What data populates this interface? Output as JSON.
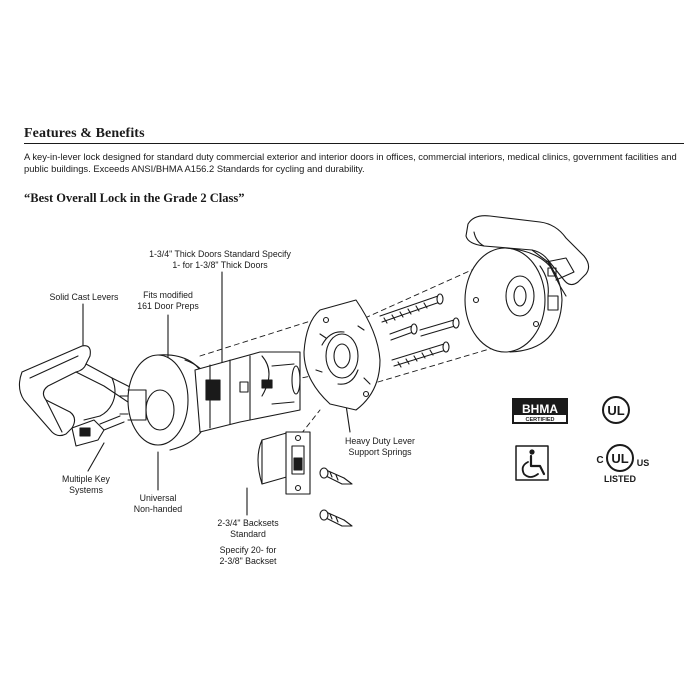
{
  "features": {
    "heading": "Features & Benefits",
    "description": "A key-in-lever lock designed for standard duty commercial exterior and interior doors in offices, commercial interiors, medical clinics, government facilities and public buildings. Exceeds ANSI/BHMA A156.2 Standards for cycling and durability.",
    "quote": "“Best Overall Lock in the Grade 2 Class”"
  },
  "callouts": {
    "solid_cast_levers": "Solid Cast Levers",
    "fits_modified": "Fits modified\n161 Door Preps",
    "thick_doors": "1-3/4\" Thick Doors Standard Specify\n1- for 1-3/8\" Thick Doors",
    "multiple_key": "Multiple Key\nSystems",
    "universal": "Universal\nNon-handed",
    "heavy_duty": "Heavy Duty Lever\nSupport Springs",
    "backsets": "2-3/4\" Backsets\nStandard",
    "specify_20": "Specify 20- for\n2-3/8\" Backset"
  },
  "certifications": {
    "bhma_main": "BHMA",
    "bhma_sub": "CERTIFIED",
    "ul": "UL",
    "cul_c": "C",
    "cul_us": "US",
    "cul_listed": "LISTED"
  },
  "icons": [
    "bhma-certified-logo",
    "ul-listed-logo",
    "accessibility-icon",
    "c-ul-us-listed-logo"
  ],
  "colors": {
    "ink": "#1a1a1a",
    "paper": "#ffffff"
  }
}
